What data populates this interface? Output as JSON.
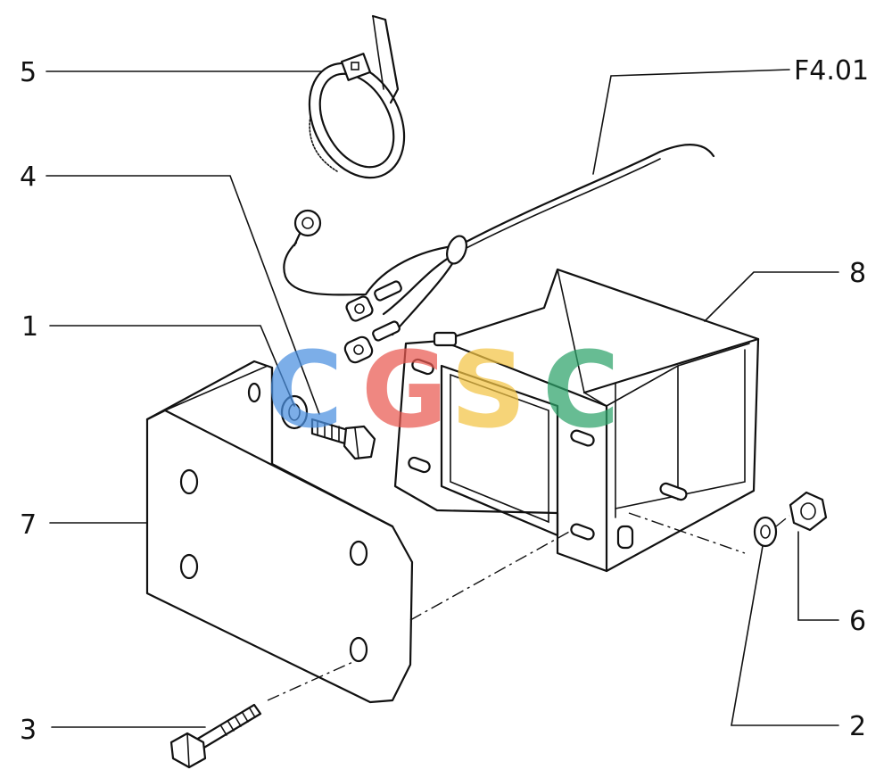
{
  "diagram": {
    "callouts": [
      {
        "id": "label-1",
        "text": "1"
      },
      {
        "id": "label-2",
        "text": "2"
      },
      {
        "id": "label-3",
        "text": "3"
      },
      {
        "id": "label-4",
        "text": "4"
      },
      {
        "id": "label-5",
        "text": "5"
      },
      {
        "id": "label-6",
        "text": "6"
      },
      {
        "id": "label-7",
        "text": "7"
      },
      {
        "id": "label-8",
        "text": "8"
      },
      {
        "id": "label-ref",
        "text": "F4.01"
      }
    ],
    "watermark": {
      "letters": [
        "C",
        "G",
        "S",
        "C"
      ],
      "colors": [
        "#4a8fe0",
        "#ea5a52",
        "#f3c445",
        "#2ea36a"
      ]
    }
  }
}
